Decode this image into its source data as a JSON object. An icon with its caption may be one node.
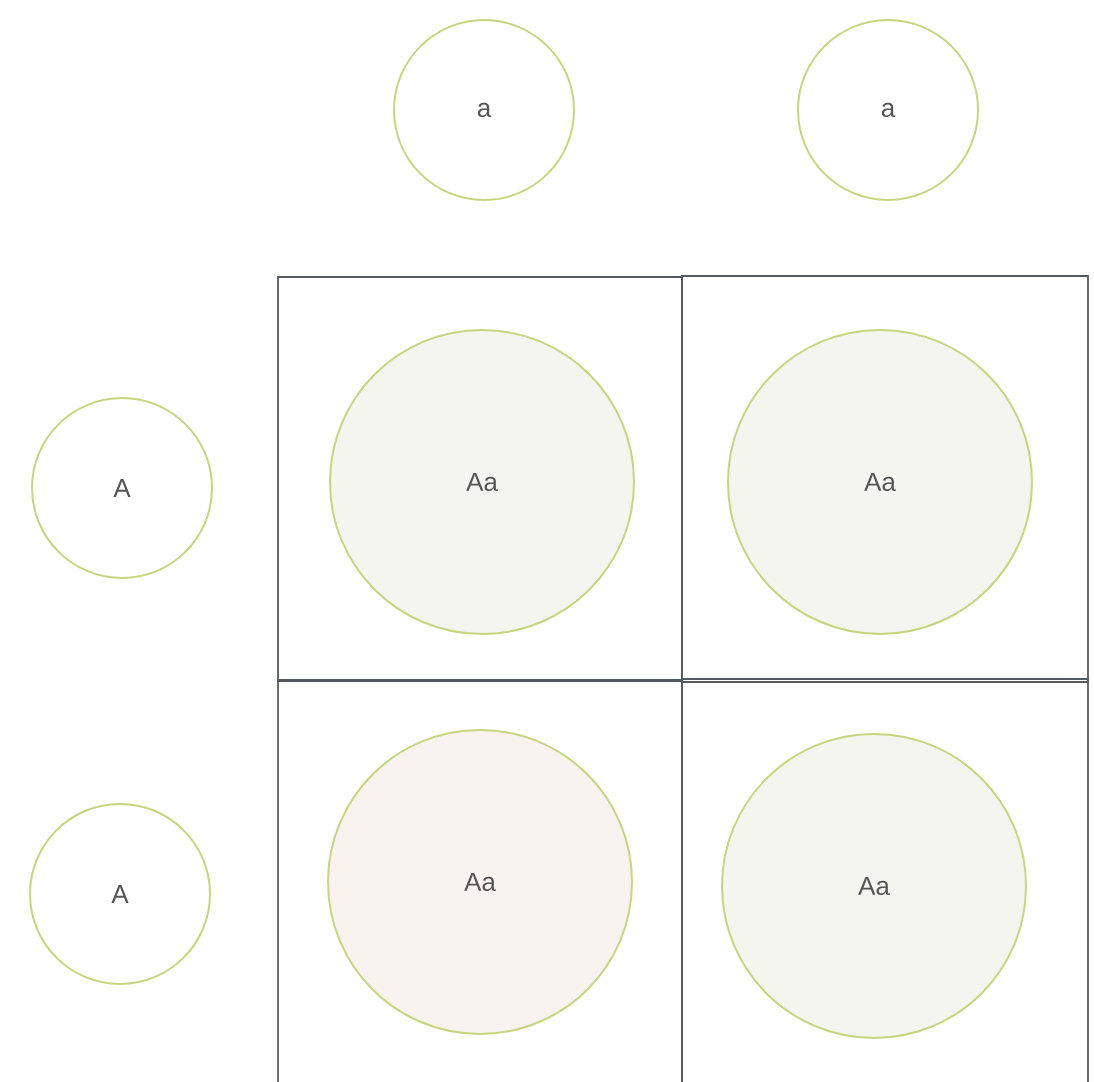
{
  "diagram": {
    "nodes": [
      {
        "text": [
          "a"
        ]
      },
      {
        "text": [
          "a"
        ]
      },
      {
        "text": [
          "A"
        ]
      },
      {
        "text": [],
        "shape": "box"
      },
      {
        "text": [
          "Aa"
        ],
        "in": 3
      },
      {
        "text": [],
        "shape": "box"
      },
      {
        "text": [
          "Aa"
        ],
        "in": 5
      },
      {
        "text": [
          "A"
        ]
      },
      {
        "text": [],
        "shape": "box"
      },
      {
        "text": [
          "Aa"
        ],
        "in": 8
      },
      {
        "text": [],
        "shape": "box"
      },
      {
        "text": [
          "Aa"
        ],
        "in": 10
      }
    ]
  }
}
